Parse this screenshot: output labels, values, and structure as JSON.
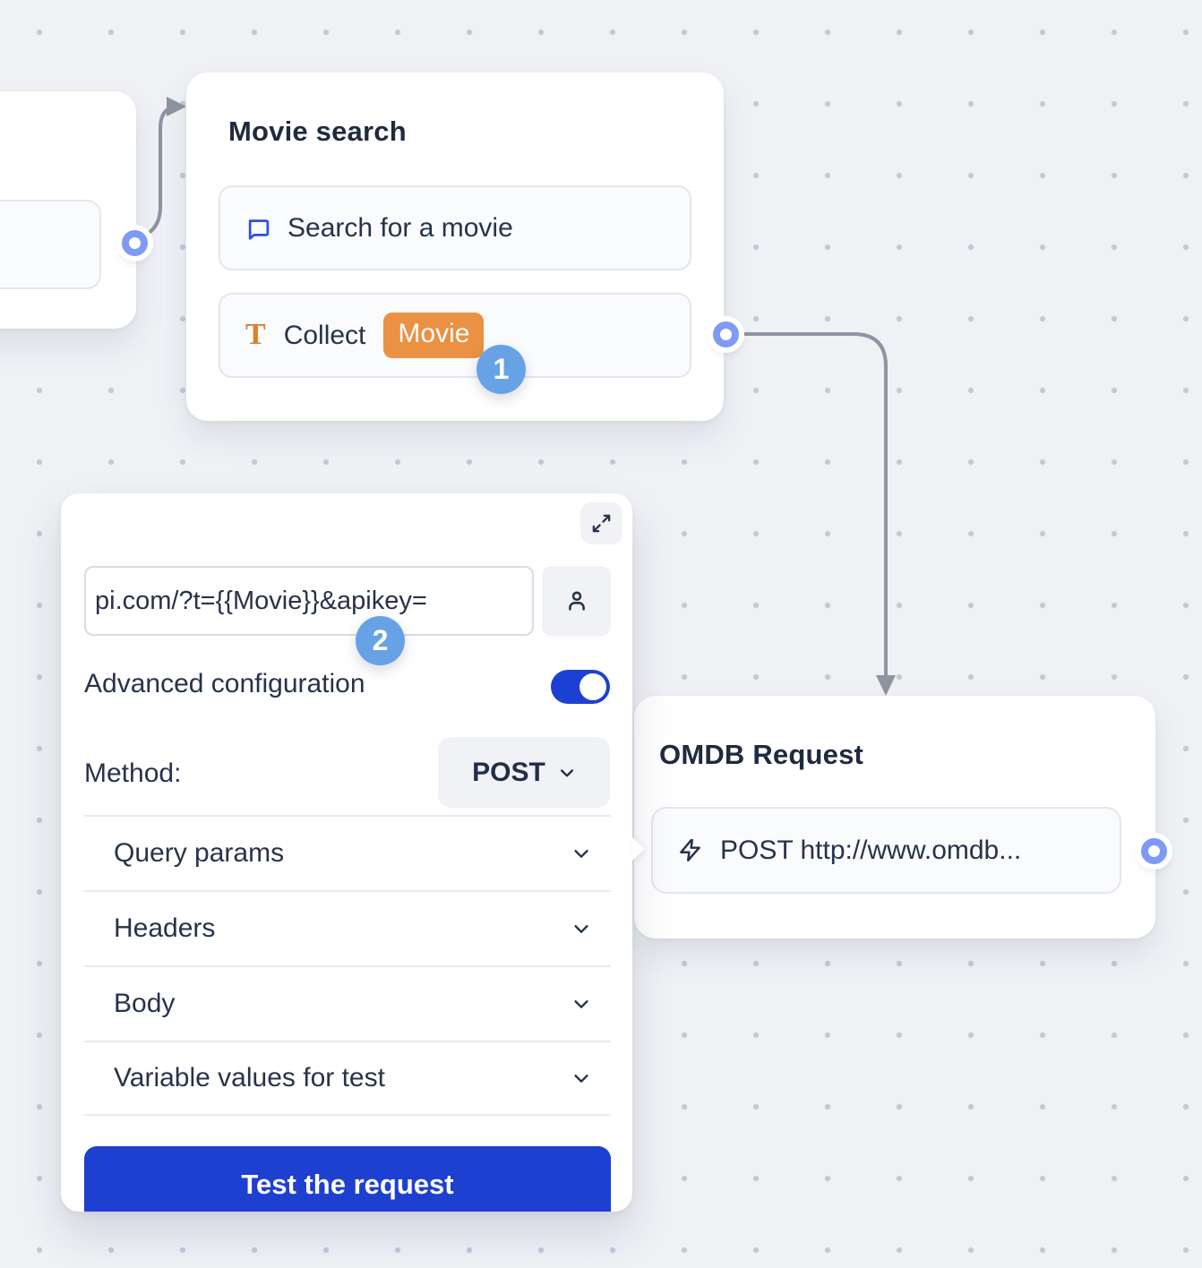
{
  "canvas": {
    "background_color": "#eff1f5",
    "dot_color": "#c2c8d6"
  },
  "colors": {
    "accent_blue": "#1e40d0",
    "toggle_blue": "#1d40d4",
    "badge_blue": "#68a2e6",
    "chip_orange": "#ea9143",
    "icon_orange": "#d9822e",
    "icon_blue": "#2b50e2",
    "port_blue": "#7e9af4",
    "connector_gray": "#8e94a2"
  },
  "movie_card": {
    "title": "Movie search",
    "row_search": {
      "icon": "chat-bubble-icon",
      "label": "Search for a movie"
    },
    "row_collect": {
      "icon": "text-icon",
      "label": "Collect",
      "variable_chip": "Movie"
    },
    "step_badge": "1"
  },
  "config_panel": {
    "url_input": {
      "value": "pi.com/?t={{Movie}}&apikey="
    },
    "advanced_configuration": {
      "label": "Advanced configuration",
      "enabled": true
    },
    "method": {
      "label": "Method:",
      "value": "POST"
    },
    "sections": [
      {
        "label": "Query params"
      },
      {
        "label": "Headers"
      },
      {
        "label": "Body"
      },
      {
        "label": "Variable values for test"
      }
    ],
    "test_button": {
      "label": "Test the request"
    },
    "step_badge": "2"
  },
  "omdb_card": {
    "title": "OMDB Request",
    "row_request": {
      "icon": "lightning-icon",
      "label": "POST http://www.omdb..."
    }
  }
}
